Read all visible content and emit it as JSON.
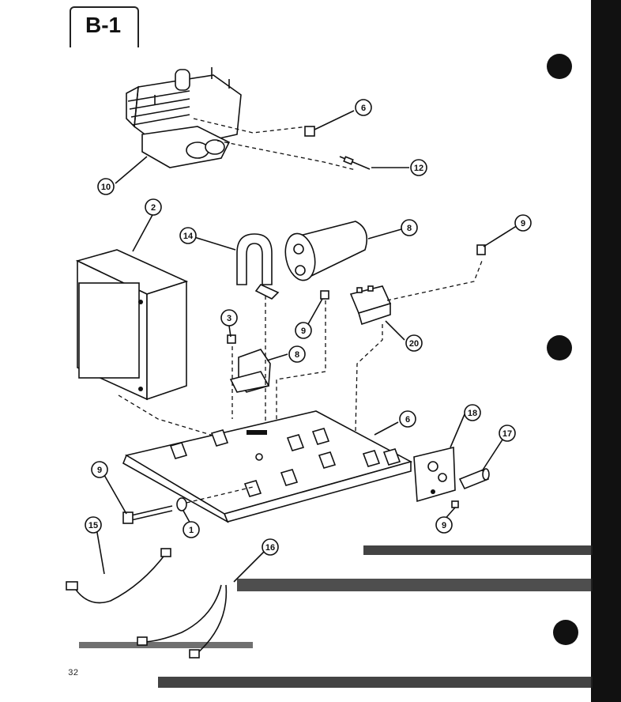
{
  "header": {
    "section_label": "B-1"
  },
  "footer": {
    "page_number": "32"
  },
  "callouts": [
    "10",
    "6",
    "12",
    "2",
    "14",
    "8",
    "3",
    "9",
    "9",
    "20",
    "8",
    "6",
    "18",
    "17",
    "1",
    "9",
    "15",
    "16",
    "9"
  ],
  "colors": {
    "ink": "#111111",
    "paper": "#ffffff"
  }
}
